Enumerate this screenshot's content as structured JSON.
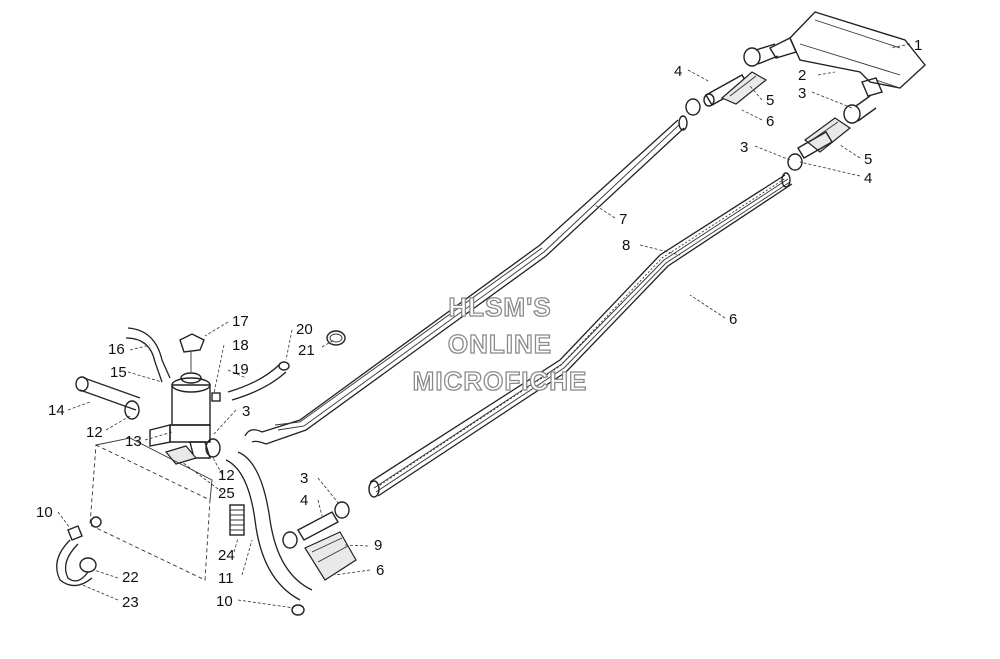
{
  "watermark": {
    "line1": "HLSM'S",
    "line2": "ONLINE",
    "line3": "MICROFICHE"
  },
  "callouts": [
    {
      "id": "c1",
      "text": "1"
    },
    {
      "id": "c2",
      "text": "2"
    },
    {
      "id": "c3a",
      "text": "3"
    },
    {
      "id": "c4a",
      "text": "4"
    },
    {
      "id": "c5a",
      "text": "5"
    },
    {
      "id": "c6a",
      "text": "6"
    },
    {
      "id": "c3b",
      "text": "3"
    },
    {
      "id": "c5b",
      "text": "5"
    },
    {
      "id": "c4b",
      "text": "4"
    },
    {
      "id": "c7",
      "text": "7"
    },
    {
      "id": "c8",
      "text": "8"
    },
    {
      "id": "c6b",
      "text": "6"
    },
    {
      "id": "c17",
      "text": "17"
    },
    {
      "id": "c20",
      "text": "20"
    },
    {
      "id": "c16",
      "text": "16"
    },
    {
      "id": "c18",
      "text": "18"
    },
    {
      "id": "c21",
      "text": "21"
    },
    {
      "id": "c15",
      "text": "15"
    },
    {
      "id": "c19",
      "text": "19"
    },
    {
      "id": "c14",
      "text": "14"
    },
    {
      "id": "c3c",
      "text": "3"
    },
    {
      "id": "c12a",
      "text": "12"
    },
    {
      "id": "c13",
      "text": "13"
    },
    {
      "id": "c12b",
      "text": "12"
    },
    {
      "id": "c25",
      "text": "25"
    },
    {
      "id": "c10a",
      "text": "10"
    },
    {
      "id": "c3d",
      "text": "3"
    },
    {
      "id": "c4c",
      "text": "4"
    },
    {
      "id": "c9",
      "text": "9"
    },
    {
      "id": "c6c",
      "text": "6"
    },
    {
      "id": "c24",
      "text": "24"
    },
    {
      "id": "c22",
      "text": "22"
    },
    {
      "id": "c11",
      "text": "11"
    },
    {
      "id": "c23",
      "text": "23"
    },
    {
      "id": "c10b",
      "text": "10"
    }
  ]
}
